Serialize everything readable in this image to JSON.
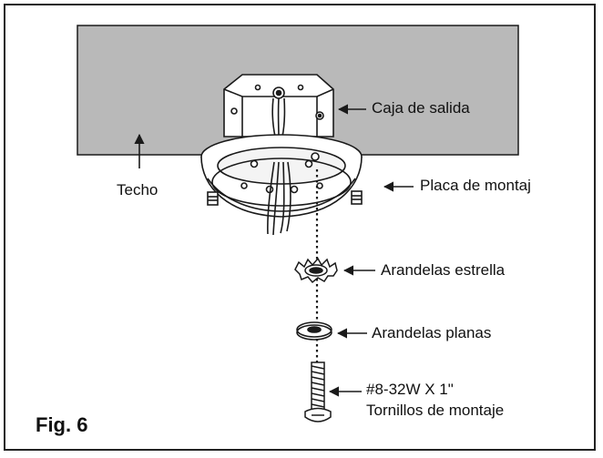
{
  "figure": {
    "label": "Fig. 6"
  },
  "labels": {
    "outlet_box": "Caja de salida",
    "ceiling": "Techo",
    "mounting_plate": "Placa de montaj",
    "star_washers": "Arandelas estrella",
    "flat_washers": "Arandelas planas",
    "screw_spec": "#8-32W X 1\"",
    "mounting_screws": "Tornillos de montaje"
  },
  "colors": {
    "ceiling_fill": "#b9b9b9",
    "line": "#1a1a1a",
    "background": "#ffffff"
  }
}
